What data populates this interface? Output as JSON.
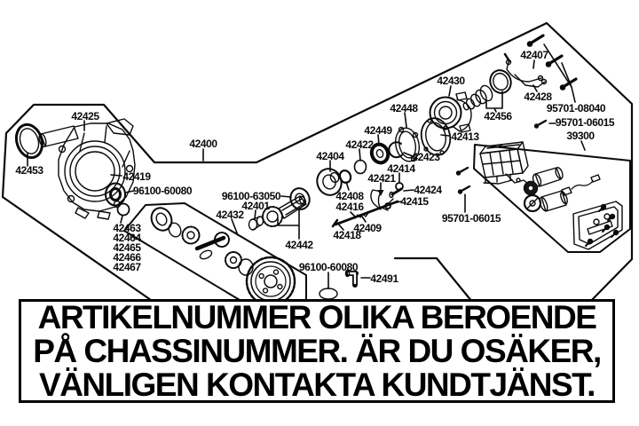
{
  "banner": {
    "line1": "ARTIKELNUMMER OLIKA BEROENDE",
    "line2": "PÅ CHASSINUMMER. ÄR DU OSÄKER,",
    "line3": "VÄNLIGEN KONTAKTA KUNDTJÄNST."
  },
  "labels": {
    "l42425": "42425",
    "l42453": "42453",
    "l42400": "42400",
    "l42419": "42419",
    "l96100_60080_a": "96100-60080",
    "l42463": "42463",
    "l42464": "42464",
    "l42465": "42465",
    "l42466": "42466",
    "l42467": "42467",
    "l42432": "42432",
    "l96100_63050": "96100-63050",
    "l42401": "42401",
    "l42442": "42442",
    "l96100_60080_b": "96100-60080",
    "l42491": "42491",
    "l42404": "42404",
    "l42422": "42422",
    "l42449": "42449",
    "l42448": "42448",
    "l42423": "42423",
    "l42414": "42414",
    "l42421": "42421",
    "l42424": "42424",
    "l42415": "42415",
    "l42408": "42408",
    "l42416": "42416",
    "l42409": "42409",
    "l42418": "42418",
    "l42413": "42413",
    "l42430": "42430",
    "l42456": "42456",
    "l42407": "42407",
    "l42428": "42428",
    "l95701_08040": "95701-08040",
    "l95701_06015_a": "95701-06015",
    "l39300": "39300",
    "l95701_06015_b": "95701-06015"
  },
  "colors": {
    "ink": "#0a0a0a",
    "paper": "#ffffff"
  }
}
